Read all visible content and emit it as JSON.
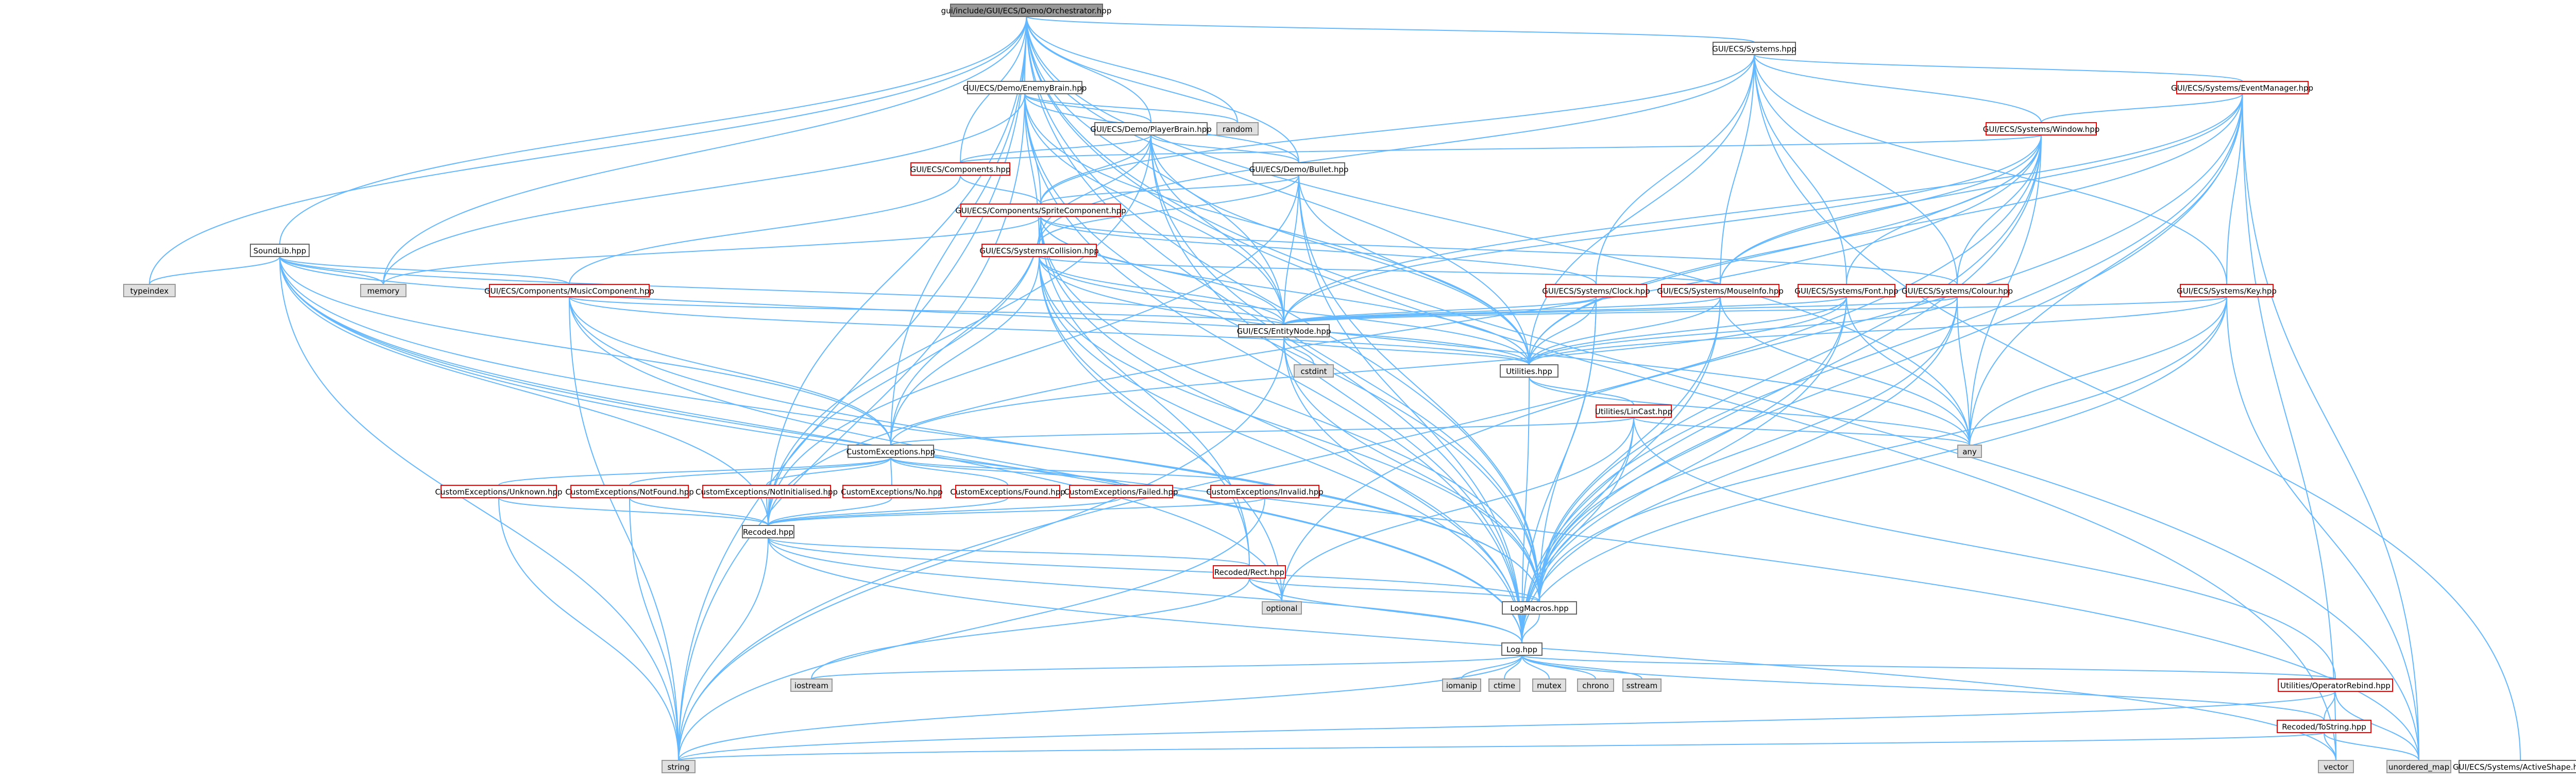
{
  "colors": {
    "edge": "#63b8ff",
    "highlight": "#999999",
    "red_border": "#ff0000",
    "external": "#e0e0e0"
  },
  "nodes": {
    "orch": "gui/include/GUI/ECS/Demo/Orchestrator.hpp",
    "sys": "GUI/ECS/Systems.hpp",
    "enemy": "GUI/ECS/Demo/EnemyBrain.hpp",
    "random": "random",
    "player": "GUI/ECS/Demo/PlayerBrain.hpp",
    "evtmgr": "GUI/ECS/Systems/EventManager.hpp",
    "window": "GUI/ECS/Systems/Window.hpp",
    "comps": "GUI/ECS/Components.hpp",
    "bullet": "GUI/ECS/Demo/Bullet.hpp",
    "sprite": "GUI/ECS/Components/SpriteComponent.hpp",
    "soundlib": "SoundLib.hpp",
    "collision": "GUI/ECS/Systems/Collision.hpp",
    "typeindex": "typeindex",
    "memory": "memory",
    "music": "GUI/ECS/Components/MusicComponent.hpp",
    "clock": "GUI/ECS/Systems/Clock.hpp",
    "mouse": "GUI/ECS/Systems/MouseInfo.hpp",
    "font": "GUI/ECS/Systems/Font.hpp",
    "colour": "GUI/ECS/Systems/Colour.hpp",
    "key": "GUI/ECS/Systems/Key.hpp",
    "entity": "GUI/ECS/EntityNode.hpp",
    "cstdint": "cstdint",
    "utilities": "Utilities.hpp",
    "lincast": "Utilities/LinCast.hpp",
    "custexc": "CustomExceptions.hpp",
    "any": "any",
    "unknown": "CustomExceptions/Unknown.hpp",
    "notfound": "CustomExceptions/NotFound.hpp",
    "notinit": "CustomExceptions/NotInitialised.hpp",
    "no": "CustomExceptions/No.hpp",
    "found": "CustomExceptions/Found.hpp",
    "failed": "CustomExceptions/Failed.hpp",
    "invalid": "CustomExceptions/Invalid.hpp",
    "recoded": "Recoded.hpp",
    "rect": "Recoded/Rect.hpp",
    "optional": "optional",
    "logmacros": "LogMacros.hpp",
    "log": "Log.hpp",
    "iostream": "iostream",
    "iomanip": "iomanip",
    "ctime": "ctime",
    "mutex": "mutex",
    "chrono": "chrono",
    "sstream": "sstream",
    "oprebind": "Utilities/OperatorRebind.hpp",
    "tostring": "Recoded/ToString.hpp",
    "string": "string",
    "vector": "vector",
    "umap": "unordered_map",
    "active": "GUI/ECS/Systems/ActiveShape.hpp"
  }
}
